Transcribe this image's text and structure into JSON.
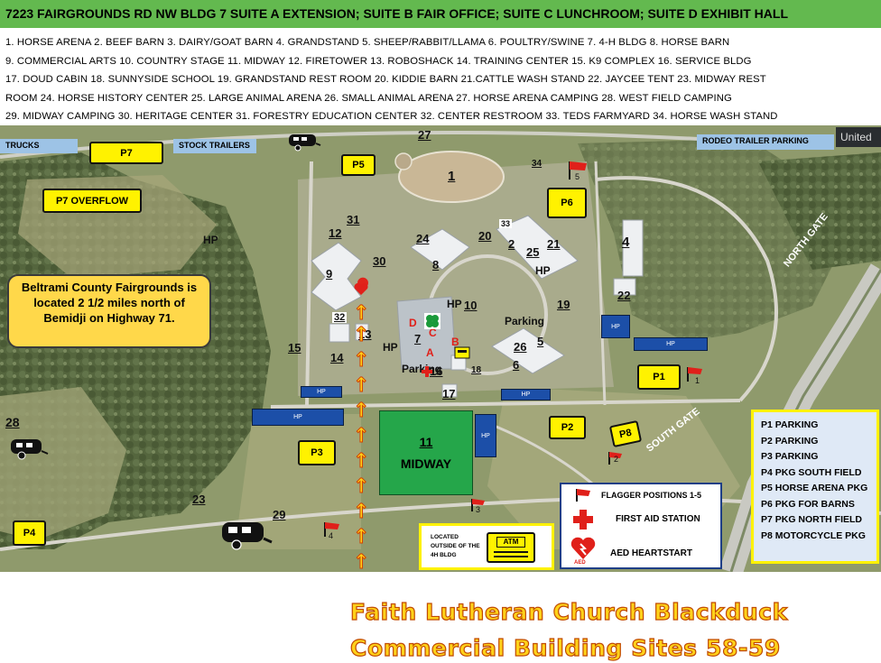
{
  "header": {
    "title": "7223 FAIRGROUNDS RD NW BLDG 7 SUITE A EXTENSION; SUITE B FAIR OFFICE; SUITE C LUNCHROOM; SUITE D EXHIBIT HALL"
  },
  "legend_lines": [
    "1. HORSE ARENA  2. BEEF BARN 3. DAIRY/GOAT BARN  4. GRANDSTAND  5. SHEEP/RABBIT/LLAMA  6. POULTRY/SWINE  7. 4-H BLDG 8. HORSE  BARN",
    "9. COMMERCIAL ARTS 10. COUNTRY STAGE  11. MIDWAY  12. FIRETOWER  13. ROBOSHACK  14. TRAINING CENTER  15. K9 COMPLEX  16. SERVICE BLDG",
    "17. DOUD CABIN 18. SUNNYSIDE SCHOOL 19. GRANDSTAND REST ROOM 20. KIDDIE BARN  21.CATTLE WASH STAND  22. JAYCEE TENT 23. MIDWAY REST",
    "ROOM  24. HORSE HISTORY CENTER  25. LARGE ANIMAL ARENA  26. SMALL ANIMAL ARENA  27. HORSE ARENA CAMPING  28. WEST FIELD CAMPING",
    "29. MIDWAY CAMPING  30. HERITAGE CENTER  31. FORESTRY EDUCATION CENTER  32. CENTER RESTROOM 33. TEDS FARMYARD 34. HORSE WASH STAND"
  ],
  "map": {
    "top_labels": {
      "trucks": "TRUCKS",
      "stock_trailers": "STOCK TRAILERS",
      "rodeo": "RODEO TRAILER  PARKING",
      "united": "United"
    },
    "info": "Beltrami County Fairgrounds is located 2 1/2 miles north of Bemidji on Highway 71.",
    "parking_boxes": {
      "p1": "P1",
      "p2": "P2",
      "p3": "P3",
      "p4": "P4",
      "p5": "P5",
      "p6": "P6",
      "p7": "P7",
      "p7o": "P7 OVERFLOW",
      "p8": "P8"
    },
    "building_numbers": {
      "n1": "1",
      "n2": "2",
      "n4": "4",
      "n5": "5",
      "n6": "6",
      "n7": "7",
      "n8": "8",
      "n9": "9",
      "n10": "10",
      "n12": "12",
      "n13": "13",
      "n14": "14",
      "n15": "15",
      "n16": "16",
      "n17": "17",
      "n18": "18",
      "n19": "19",
      "n20": "20",
      "n21": "21",
      "n22": "22",
      "n23": "23",
      "n24": "24",
      "n25": "25",
      "n26": "26",
      "n27": "27",
      "n28": "28",
      "n29": "29",
      "n30": "30",
      "n31": "31",
      "n32": "32",
      "n33": "33",
      "n34": "34"
    },
    "suites": {
      "a": "A",
      "b": "B",
      "c": "C",
      "d": "D"
    },
    "hp": "HP",
    "parking_text": "Parking",
    "midway": {
      "num": "11",
      "label": "MIDWAY"
    },
    "gates": {
      "north": "NORTH GATE",
      "south": "SOUTH GATE"
    },
    "flag_numbers": {
      "f1": "1",
      "f2": "2",
      "f3": "3",
      "f4": "4",
      "f5": "5"
    },
    "key": [
      "P1 PARKING",
      "P2 PARKING",
      "P3 PARKING",
      "P4 PKG SOUTH FIELD",
      "P5 HORSE ARENA PKG",
      "P6 PKG FOR BARNS",
      "P7 PKG NORTH FIELD",
      "P8 MOTORCYCLE PKG"
    ],
    "symbols": {
      "flagger": "FLAGGER POSITIONS 1-5",
      "first_aid": "FIRST AID STATION",
      "aed": "AED HEARTSTART",
      "aed_short": "AED",
      "atm_note": "LOCATED OUTSIDE OF THE 4H BLDG",
      "atm": "ATM"
    }
  },
  "footer": {
    "line1": "Faith Lutheran Church Blackduck",
    "line2": "Commercial Building Sites 58-59"
  }
}
